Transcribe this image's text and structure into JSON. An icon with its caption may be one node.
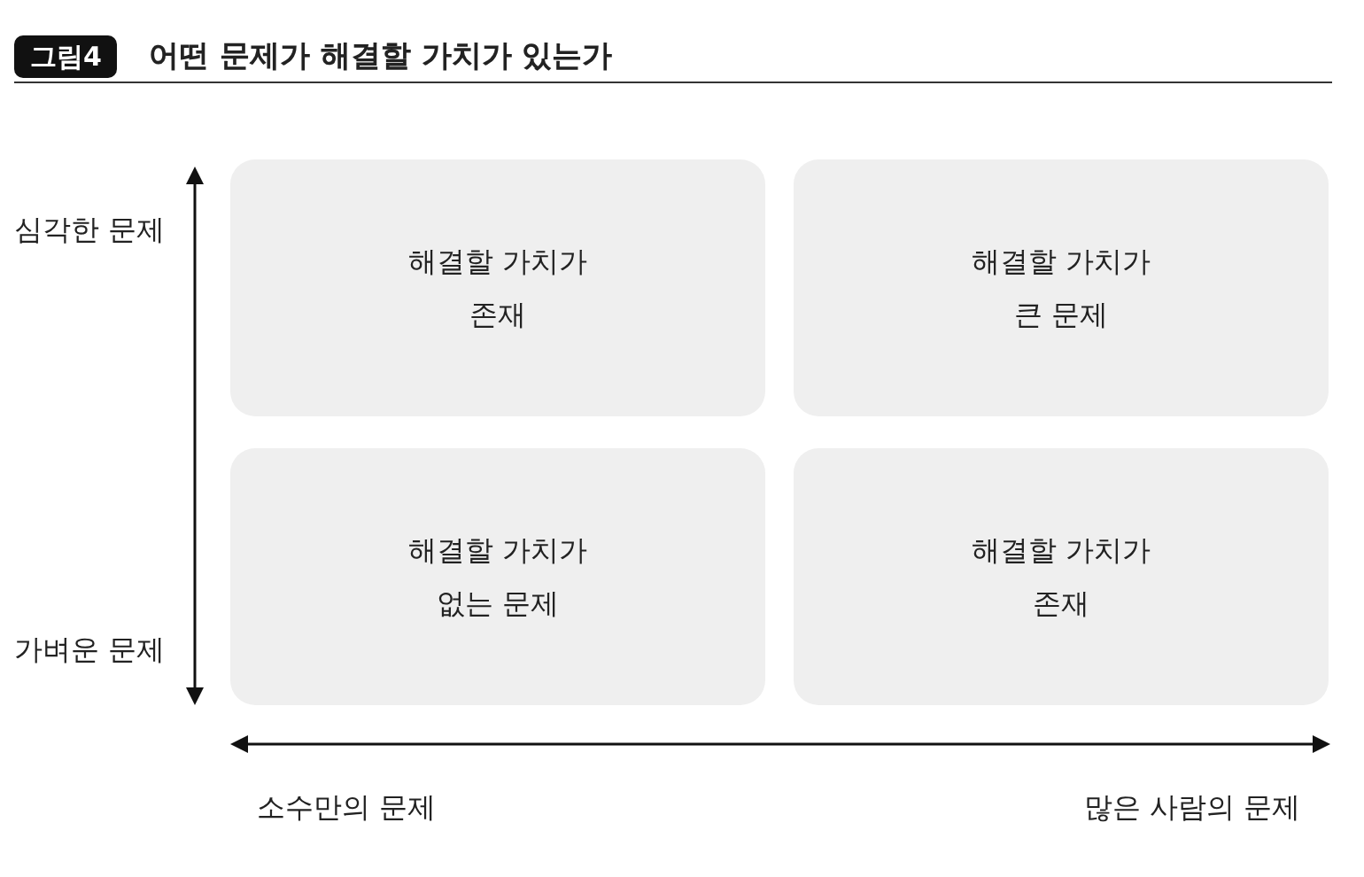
{
  "diagram": {
    "title": "어떤 문제가 해결할 가치가 있는가",
    "nodes": [
      {
        "text": [
          "해결할 가치가 존재"
        ]
      },
      {
        "text": [
          "해결할 가치가 큰 문제"
        ]
      },
      {
        "text": [
          "해결할 가치가 없는 문제"
        ]
      },
      {
        "text": [
          "해결할 가치가 존재"
        ]
      }
    ],
    "edges": [],
    "labels": [
      "그림4",
      "심각한 문제",
      "가벼운 문제",
      "소수만의 문제",
      "많은 사람의 문제"
    ]
  }
}
